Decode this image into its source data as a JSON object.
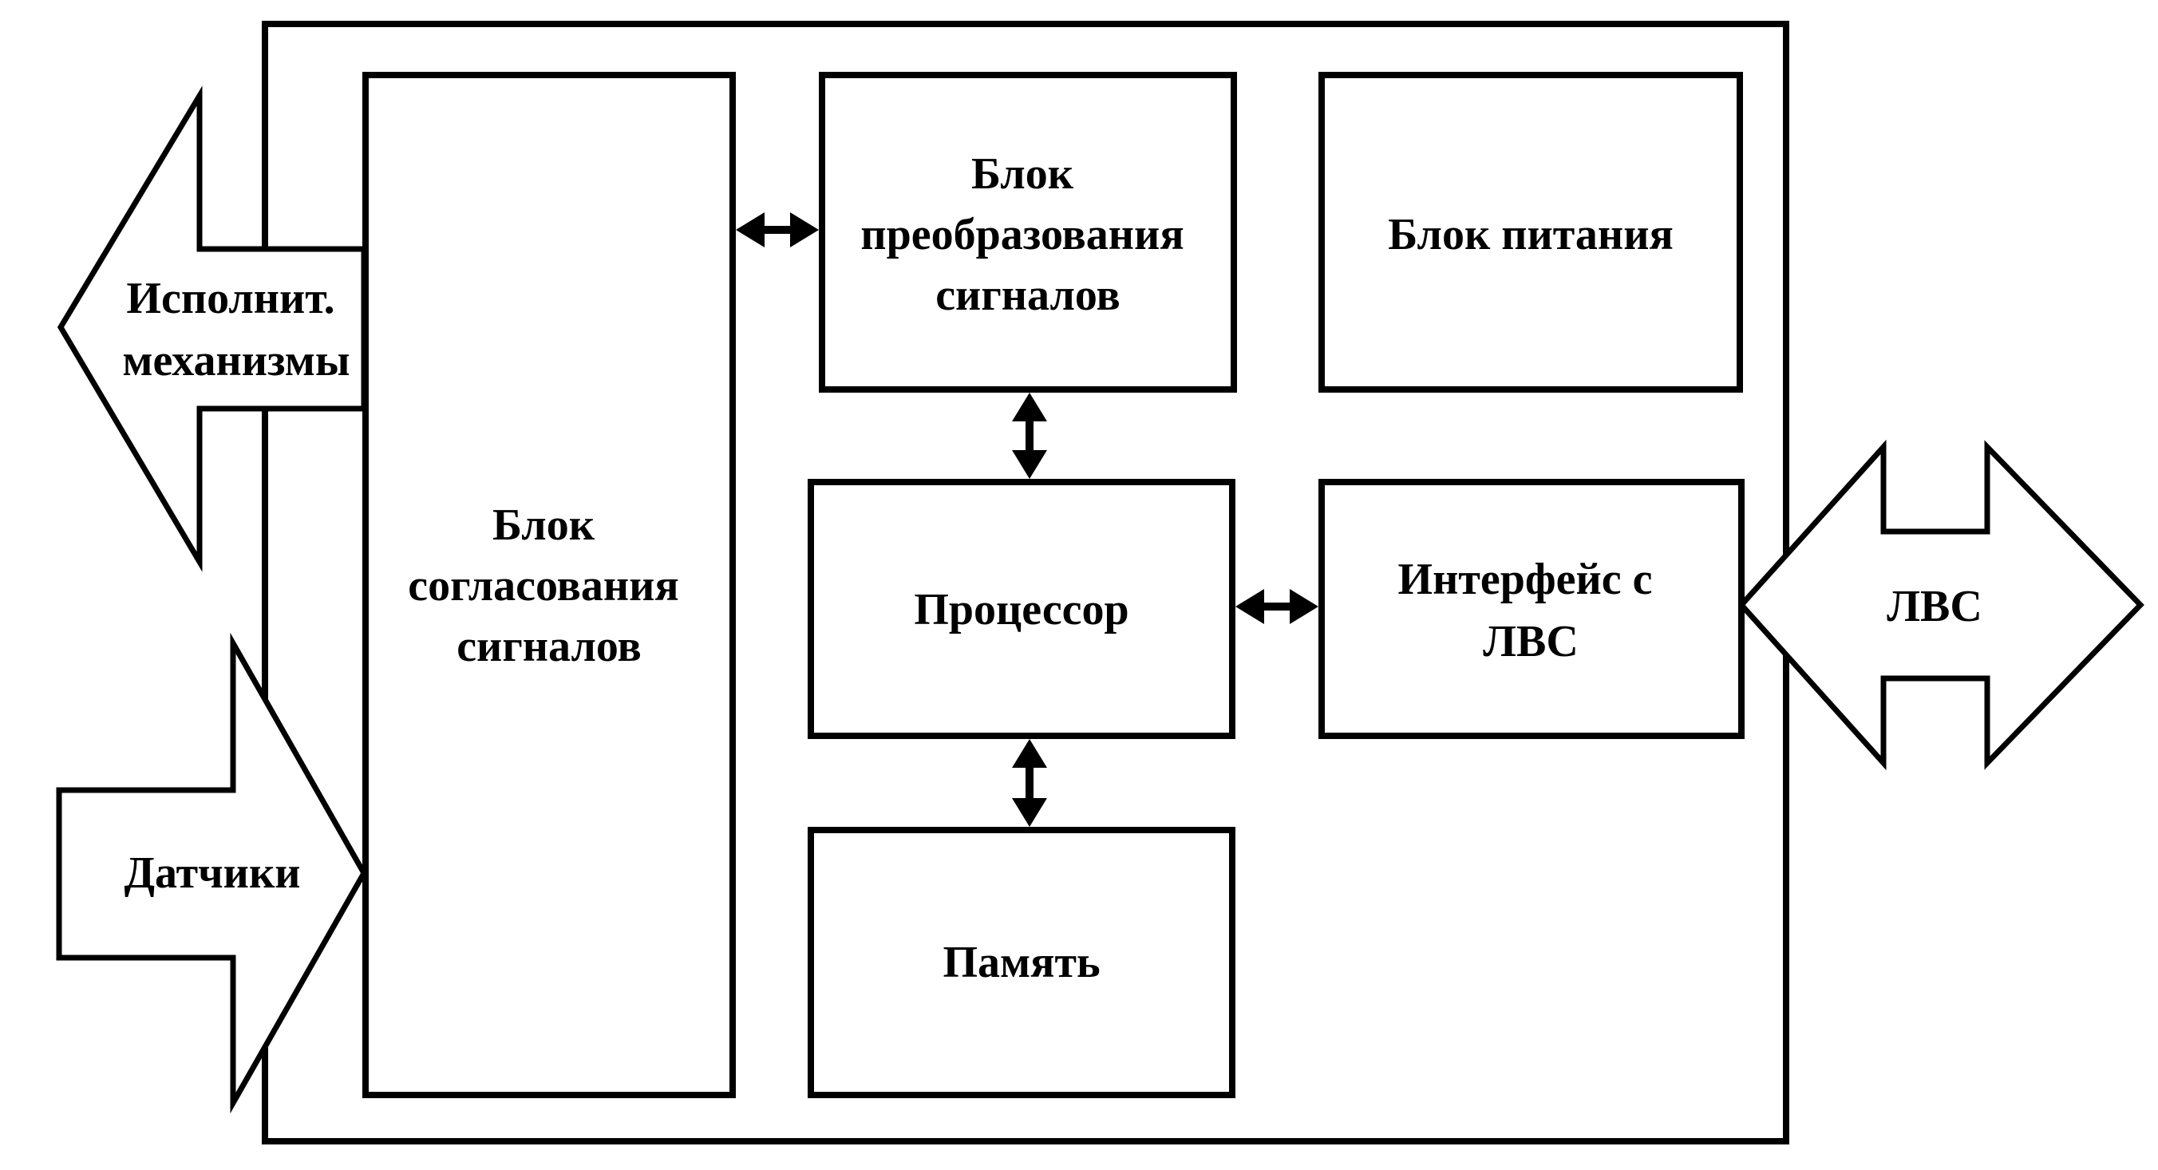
{
  "diagram": {
    "blocks": {
      "signal_matching": [
        "Блок",
        "согласования",
        "сигналов"
      ],
      "signal_conversion": [
        "Блок",
        "преобразования",
        "сигналов"
      ],
      "power_supply": [
        "Блок питания"
      ],
      "processor": [
        "Процессор"
      ],
      "lan_interface": [
        "Интерфейс с",
        "ЛВС"
      ],
      "memory": [
        "Память"
      ]
    },
    "external": {
      "actuators": [
        "Исполнит.",
        "механизмы"
      ],
      "sensors": [
        "Датчики"
      ],
      "lan": [
        "ЛВС"
      ]
    },
    "colors": {
      "stroke": "#000000",
      "fill": "#ffffff"
    }
  }
}
